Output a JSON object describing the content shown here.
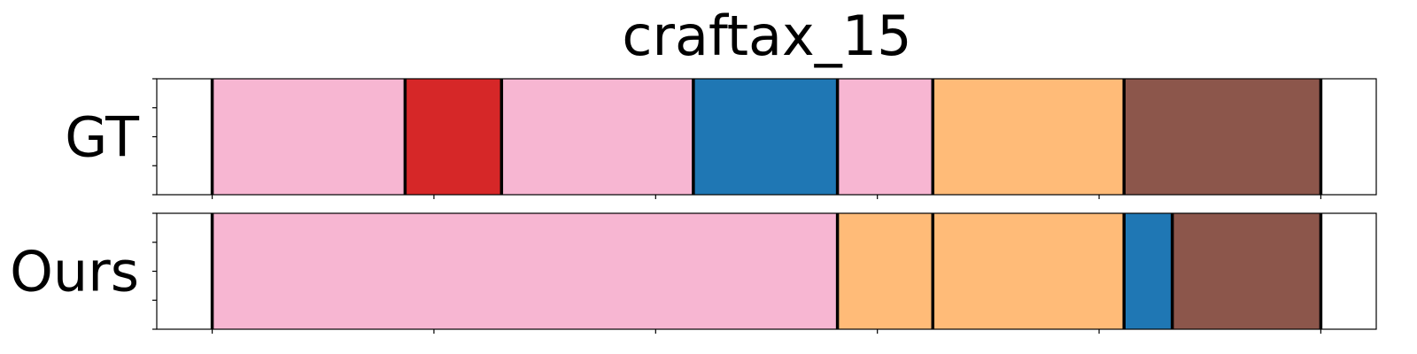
{
  "chart_data": {
    "type": "bar",
    "title": "craftax_15",
    "xlim": [
      0,
      22
    ],
    "x_ticks": [
      1,
      5,
      9,
      13,
      17,
      21
    ],
    "y_ticks": [
      0,
      0.25,
      0.5,
      0.75,
      1
    ],
    "grid": false,
    "tick_labels_shown": false,
    "rows": [
      {
        "label": "GT",
        "segments": [
          {
            "start": 1.0,
            "end": 4.48,
            "color": "#f7b6d2"
          },
          {
            "start": 4.48,
            "end": 6.22,
            "color": "#d62728"
          },
          {
            "start": 6.22,
            "end": 9.68,
            "color": "#f7b6d2"
          },
          {
            "start": 9.68,
            "end": 12.28,
            "color": "#1f77b4"
          },
          {
            "start": 12.28,
            "end": 14.0,
            "color": "#f7b6d2"
          },
          {
            "start": 14.0,
            "end": 17.45,
            "color": "#ffbb78"
          },
          {
            "start": 17.45,
            "end": 21.0,
            "color": "#8c564b"
          }
        ]
      },
      {
        "label": "Ours",
        "segments": [
          {
            "start": 1.0,
            "end": 12.28,
            "color": "#f7b6d2"
          },
          {
            "start": 12.28,
            "end": 14.0,
            "color": "#ffbb78"
          },
          {
            "start": 14.0,
            "end": 17.45,
            "color": "#ffbb78"
          },
          {
            "start": 17.45,
            "end": 18.32,
            "color": "#1f77b4"
          },
          {
            "start": 18.32,
            "end": 21.0,
            "color": "#8c564b"
          }
        ]
      }
    ]
  }
}
